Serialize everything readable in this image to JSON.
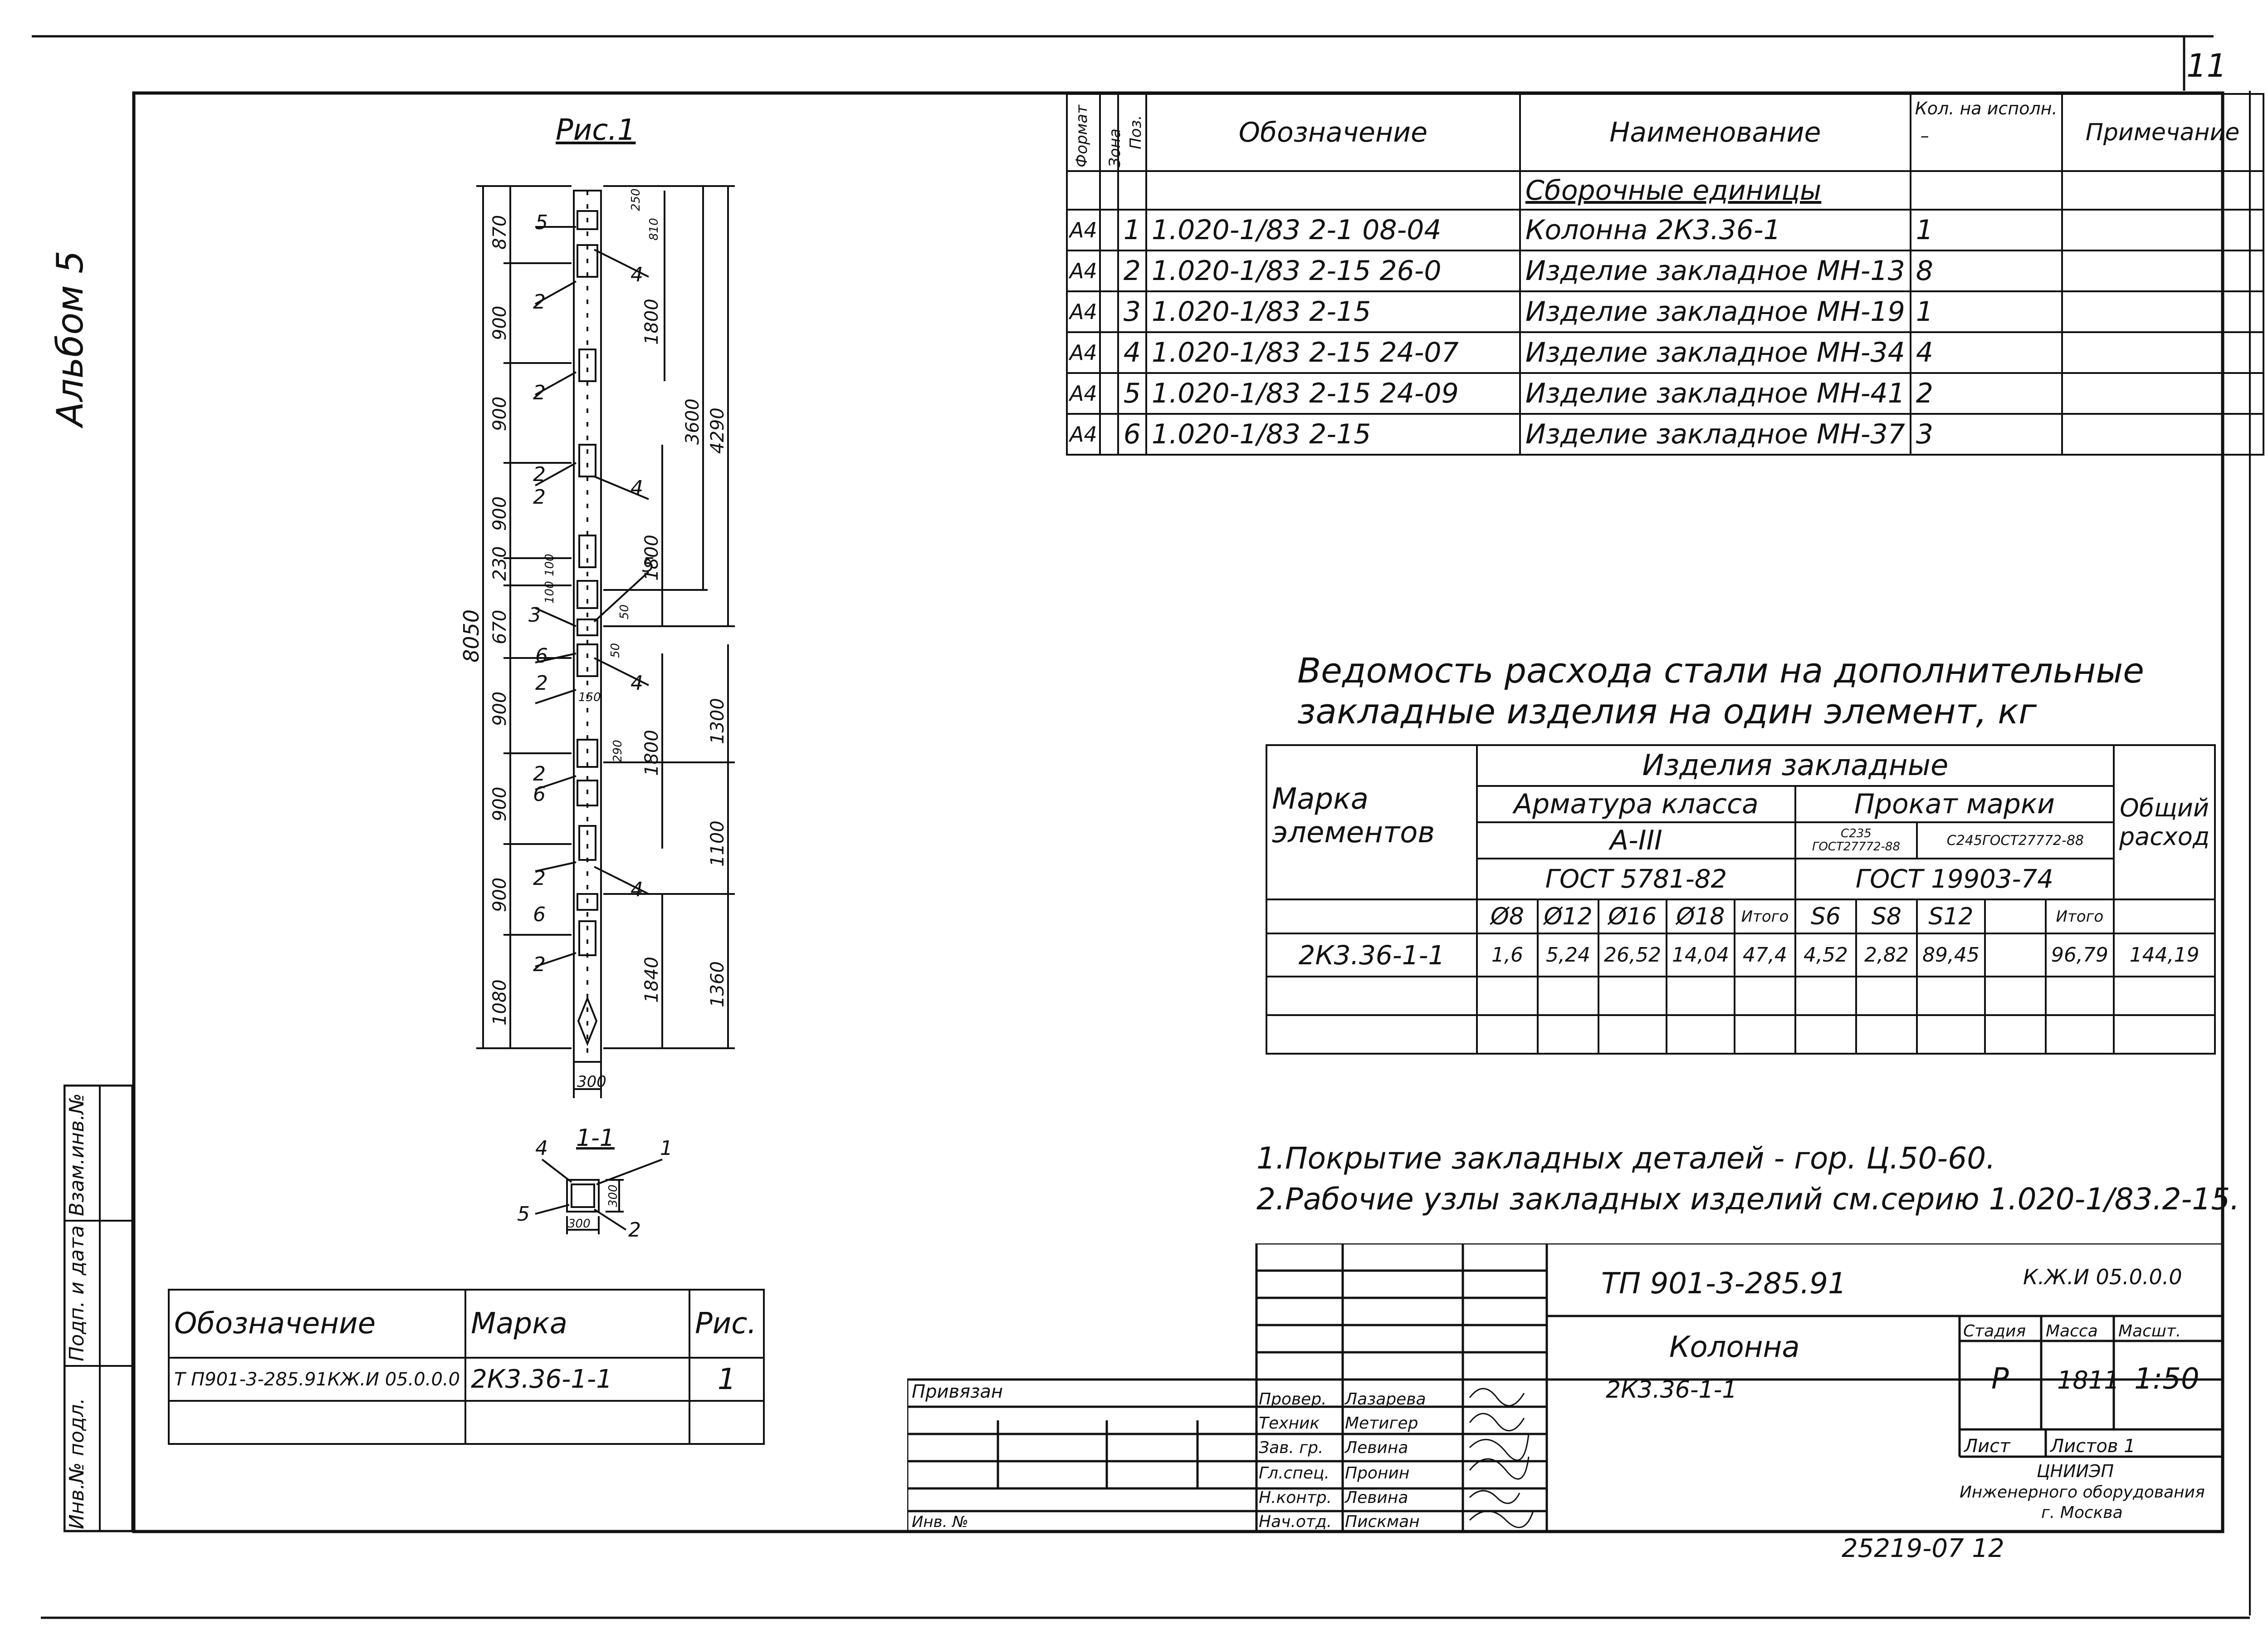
{
  "sheet_number": "11",
  "album": "Альбом 5",
  "drawing": {
    "title": "Рис.1",
    "section_title": "1-1",
    "left_dims": [
      "870",
      "900",
      "900",
      "900",
      "230",
      "670",
      "900",
      "900",
      "900",
      "1080"
    ],
    "small_dims": [
      "250",
      "810",
      "100",
      "100",
      "50",
      "50",
      "150",
      "290"
    ],
    "right_dims": [
      "1800",
      "1800",
      "1800",
      "1840"
    ],
    "outer_dims": [
      "3600",
      "4290",
      "1300",
      "1100",
      "1360"
    ],
    "total": "8050",
    "width": "300",
    "section_dims": [
      "300",
      "300"
    ],
    "callouts": [
      "5",
      "4",
      "2",
      "2",
      "2",
      "2",
      "4",
      "3",
      "5",
      "6",
      "2",
      "4",
      "2",
      "6",
      "2",
      "4",
      "6",
      "2"
    ],
    "section_callouts": [
      "4",
      "1",
      "5",
      "2"
    ]
  },
  "spec": {
    "headers": {
      "format": "Формат",
      "zone": "Зона",
      "pos": "Поз.",
      "designation": "Обозначение",
      "name": "Наименование",
      "qty": "Кол. на исполн.",
      "qty_sub": "–",
      "note": "Примечание"
    },
    "section": "Сборочные единицы",
    "rows": [
      {
        "format": "А4",
        "pos": "1",
        "designation": "1.020-1/83  2-1  08-04",
        "name": "Колонна 2К3.36-1",
        "qty": "1"
      },
      {
        "format": "А4",
        "pos": "2",
        "designation": "1.020-1/83  2-15  26-0",
        "name": "Изделие закладное МН-13",
        "qty": "8"
      },
      {
        "format": "А4",
        "pos": "3",
        "designation": "1.020-1/83  2-15",
        "name": "Изделие закладное МН-19",
        "qty": "1"
      },
      {
        "format": "А4",
        "pos": "4",
        "designation": "1.020-1/83  2-15  24-07",
        "name": "Изделие закладное МН-34",
        "qty": "4"
      },
      {
        "format": "А4",
        "pos": "5",
        "designation": "1.020-1/83  2-15  24-09",
        "name": "Изделие закладное МН-41",
        "qty": "2"
      },
      {
        "format": "А4",
        "pos": "6",
        "designation": "1.020-1/83  2-15",
        "name": "Изделие закладное МН-37",
        "qty": "3"
      }
    ]
  },
  "steel": {
    "title1": "Ведомость расхода стали на дополнительные",
    "title2": "закладные изделия на один элемент, кг",
    "h_mark": "Марка элементов",
    "h_items": "Изделия закладные",
    "h_rebar": "Арматура класса",
    "h_rebar_class": "А-III",
    "h_rebar_gost": "ГОСТ 5781-82",
    "h_rolled": "Прокат марки",
    "h_c235": "С235",
    "h_c235_gost": "ГОСТ27772-88",
    "h_c245": "С245ГОСТ27772-88",
    "h_rolled_gost": "ГОСТ 19903-74",
    "h_total": "Общий расход",
    "cols": [
      "Ø8",
      "Ø12",
      "Ø16",
      "Ø18",
      "Итого",
      "S6",
      "S8",
      "S12",
      "",
      "Итого"
    ],
    "row": {
      "mark": "2К3.36-1-1",
      "values": [
        "1,6",
        "5,24",
        "26,52",
        "14,04",
        "47,4",
        "4,52",
        "2,82",
        "89,45",
        "",
        "96,79"
      ],
      "total": "144,19"
    }
  },
  "notes": [
    "1.Покрытие закладных деталей - гор. Ц.50-60.",
    "2.Рабочие узлы закладных изделий см.серию 1.020-1/83.2-15."
  ],
  "index_table": {
    "headers": [
      "Обозначение",
      "Марка",
      "Рис."
    ],
    "row": [
      "Т П901-3-285.91КЖ.И 05.0.0.0",
      "2К3.36-1-1",
      "1"
    ]
  },
  "left_stamp": [
    "Инв.№ подл.",
    "Подп. и дата",
    "Взам.инв.№"
  ],
  "binding": {
    "label": "Привязан",
    "inv": "Инв. №"
  },
  "title_block": {
    "project": "ТП 901-3-285.91",
    "code": "К.Ж.И 05.0.0.0",
    "object": "Колонна",
    "mark": "2К3.36-1-1",
    "stage_h": "Стадия",
    "mass_h": "Масса",
    "scale_h": "Масшт.",
    "stage": "Р",
    "mass": "1811",
    "scale": "1:50",
    "sheet_h": "Лист",
    "sheets_h": "Листов 1",
    "org1": "ЦНИИЭП",
    "org2": "Инженерного оборудования",
    "org3": "г. Москва",
    "people": [
      {
        "role": "Провер.",
        "name": "Лазарева"
      },
      {
        "role": "Техник",
        "name": "Метигер"
      },
      {
        "role": "Зав. гр.",
        "name": "Левина"
      },
      {
        "role": "Гл.спец.",
        "name": "Пронин"
      },
      {
        "role": "Н.контр.",
        "name": "Левина"
      },
      {
        "role": "Нач.отд.",
        "name": "Пискман"
      }
    ]
  },
  "footer_code": "25219-07  12"
}
